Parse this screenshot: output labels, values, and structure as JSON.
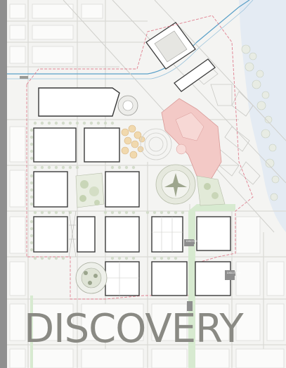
{
  "cover": {
    "title": "DISCOVERY"
  },
  "map": {
    "street_labels": [
      "DISCOVERY",
      "DISCOVERY"
    ],
    "colors": {
      "background": "#f4f4f2",
      "block_fill": "#ffffff",
      "block_stroke": "#3a3a3a",
      "street_stroke": "#d6d6d2",
      "boundary": "#e08090",
      "water": "#dfe8f2",
      "rail": "#5aa0c8",
      "trees": "#cfd8c6",
      "plaza_pink": "#f2c6c4",
      "plaza_gold": "#f0d9b0",
      "green_path": "#cfe6c8"
    }
  },
  "frame": {
    "border_color": "#8f8f8f"
  }
}
